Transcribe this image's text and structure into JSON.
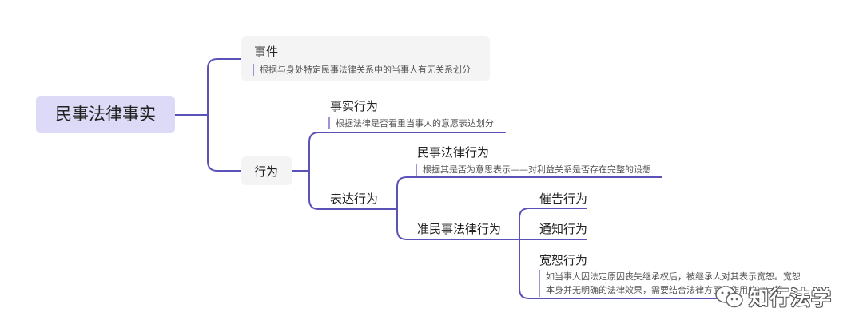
{
  "root": {
    "label": "民事法律事实"
  },
  "event": {
    "label": "事件",
    "note": "根据与身处特定民事法律关系中的当事人有无关系划分"
  },
  "behavior": {
    "label": "行为"
  },
  "factual_behavior": {
    "label": "事实行为",
    "note": "根据法律是否看重当事人的意愿表达划分"
  },
  "expressive_behavior": {
    "label": "表达行为"
  },
  "civil_legal_act": {
    "label": "民事法律行为",
    "note": "根据其是否为意思表示——对利益关系是否存在完整的设想"
  },
  "quasi_civil_legal_act": {
    "label": "准民事法律行为"
  },
  "urging_act": {
    "label": "催告行为"
  },
  "notice_act": {
    "label": "通知行为"
  },
  "forgiveness_act": {
    "label": "宽恕行为",
    "note_line1": "如当事人因法定原因丧失继承权后，被继承人对其表示宽恕。宽恕",
    "note_line2": "本身并无明确的法律效果，需要结合法律方面其作用的决定等"
  },
  "watermark": {
    "text": "知行法学",
    "icon": "wechat-icon"
  },
  "colors": {
    "line": "#5b52b8",
    "root_bg": "#dcdaf6",
    "node_bg": "#f4f4f4"
  }
}
